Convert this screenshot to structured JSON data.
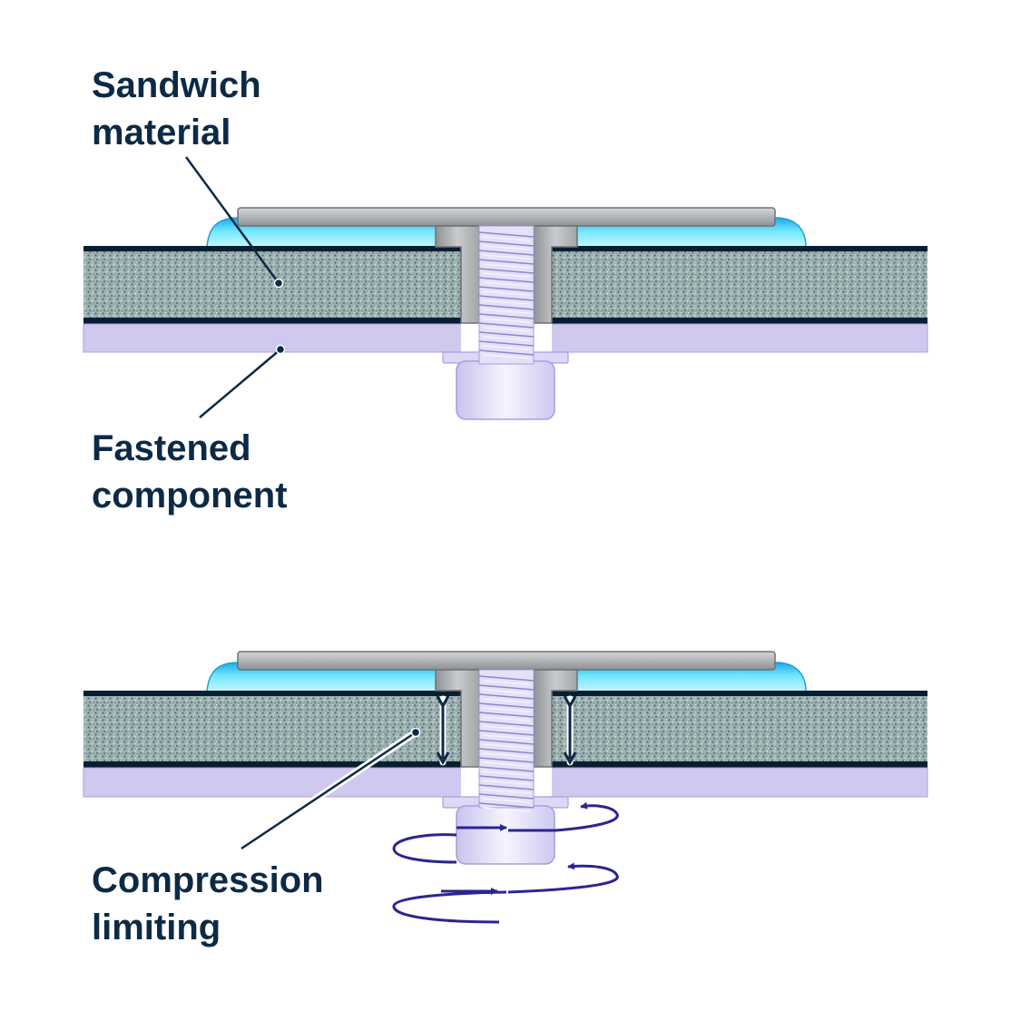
{
  "labels": {
    "sandwich_material": [
      "Sandwich",
      "material"
    ],
    "fastened_component": [
      "Fastened",
      "component"
    ],
    "compression_limiting": [
      "Compression",
      "limiting"
    ]
  },
  "colors": {
    "label_text": "#0d2a45",
    "leader_line": "#0d2a45",
    "face_sheet": "#0a1e33",
    "core": "#8fa5a6",
    "fastened_component": "#cfc9f0",
    "adhesive": "#4fd0f0",
    "flange": "#a9acaf",
    "insert_body": "#b9bcbf",
    "thread": "#d8d4f3",
    "nut": "#e2dff8",
    "rotation_arrow": "#2b2590"
  },
  "icons": {
    "compression_arrow": "double-headed-vertical-arrow",
    "rotation": "circular-rotation-arrow"
  }
}
